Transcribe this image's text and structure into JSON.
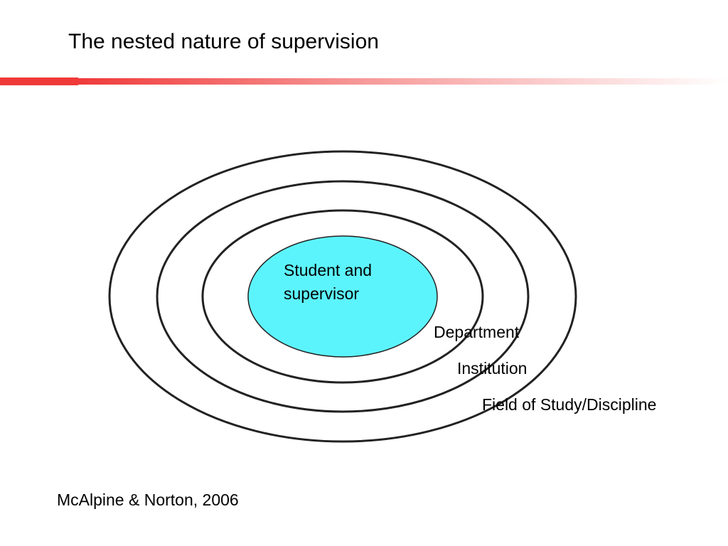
{
  "slide": {
    "title": "The nested nature of supervision",
    "citation": "McAlpine & Norton, 2006"
  },
  "diagram": {
    "center": {
      "label_line1": "Student and",
      "label_line2": "supervisor",
      "fill": "#5cf4fc"
    },
    "rings": [
      {
        "id": "department",
        "label": "Department"
      },
      {
        "id": "institution",
        "label": "Institution"
      },
      {
        "id": "field",
        "label": "Field of Study/Discipline"
      }
    ],
    "stroke_color": "#222222"
  },
  "theme": {
    "accent": "#f03a3a"
  }
}
